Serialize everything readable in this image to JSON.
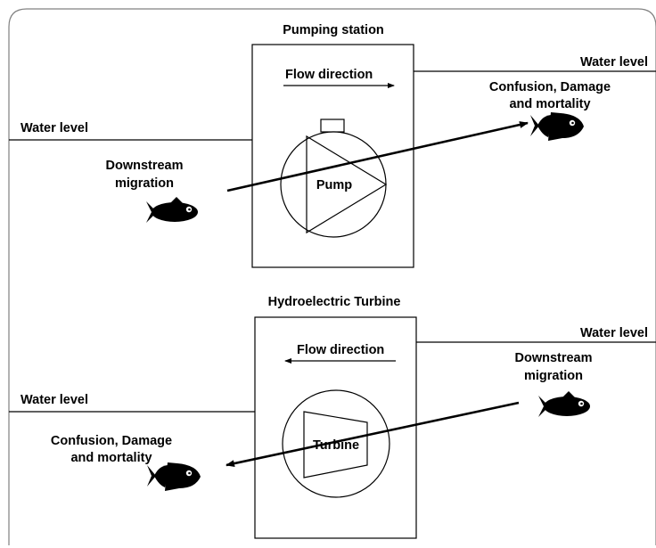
{
  "colors": {
    "line": "#000000",
    "frame": "#808080",
    "fish": "#000000",
    "background": "#ffffff"
  },
  "top": {
    "title": "Pumping station",
    "flow_label": "Flow direction",
    "water_left": "Water level",
    "water_right": "Water level",
    "machine_label": "Pump",
    "migration_lines": [
      "Downstream",
      "migration"
    ],
    "outcome_lines": [
      "Confusion, Damage",
      "and mortality"
    ]
  },
  "bottom": {
    "title": "Hydroelectric Turbine",
    "flow_label": "Flow direction",
    "water_left": "Water level",
    "water_right": "Water level",
    "machine_label": "Turbine",
    "migration_lines": [
      "Downstream",
      "migration"
    ],
    "outcome_lines": [
      "Confusion, Damage",
      "and mortality"
    ]
  }
}
